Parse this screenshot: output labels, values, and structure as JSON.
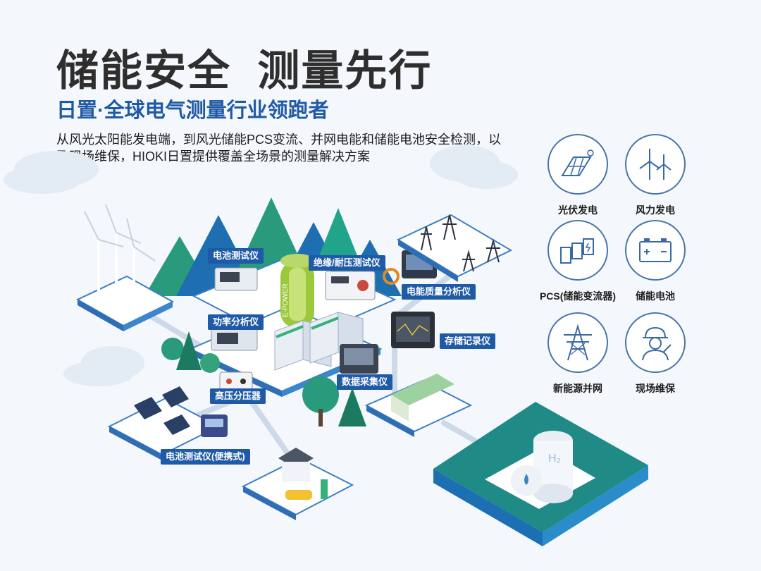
{
  "header": {
    "title": "储能安全  测量先行",
    "subtitle": "日置·全球电气测量行业领跑者",
    "description": "从风光太阳能发电端，到风光储能PCS变流、并网电能和储能电池安全检测，以及现场维保，HIOKI日置提供覆盖全场景的测量解决方案"
  },
  "colors": {
    "brand_blue": "#1f5aa6",
    "mountain_green": "#2a9a7c",
    "mountain_blue": "#1e6fb2",
    "h2_platform": "#1f8a86"
  },
  "callouts": [
    {
      "label": "电池测试仪"
    },
    {
      "label": "绝缘/耐压测试仪"
    },
    {
      "label": "电能质量分析仪"
    },
    {
      "label": "功率分析仪"
    },
    {
      "label": "存储记录仪"
    },
    {
      "label": "数据采集仪"
    },
    {
      "label": "高压分压器"
    },
    {
      "label": "电池测试仪(便携式)"
    }
  ],
  "h2_tank_label": "H₂",
  "battery_text": "E-POWER",
  "applications": [
    {
      "label": "光伏发电",
      "icon": "solar-panel-icon"
    },
    {
      "label": "风力发电",
      "icon": "wind-turbine-icon"
    },
    {
      "label": "PCS(储能变流器)",
      "icon": "pcs-icon"
    },
    {
      "label": "储能电池",
      "icon": "battery-icon"
    },
    {
      "label": "新能源并网",
      "icon": "power-tower-icon"
    },
    {
      "label": "现场维保",
      "icon": "field-worker-icon"
    }
  ]
}
